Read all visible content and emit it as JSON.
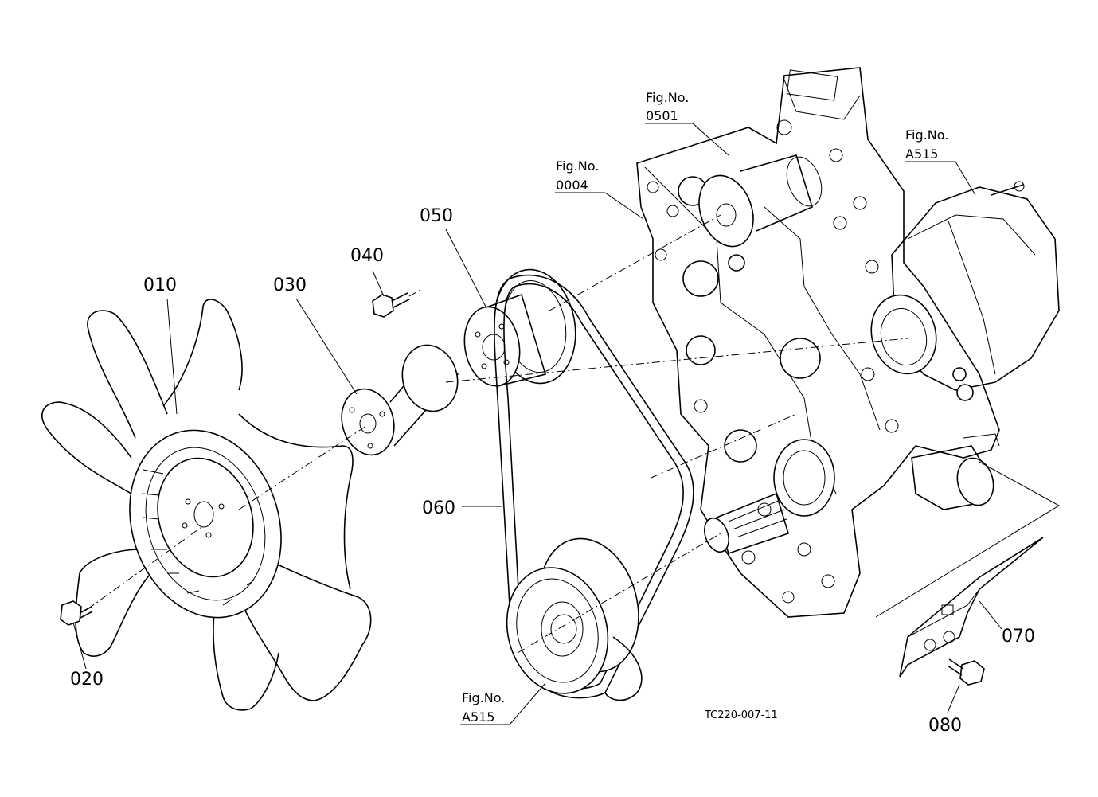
{
  "parts": {
    "p010": "010",
    "p020": "020",
    "p030": "030",
    "p040": "040",
    "p050": "050",
    "p060": "060",
    "p070": "070",
    "p080": "080"
  },
  "fig_refs": {
    "ref_0501": {
      "label": "Fig.No.",
      "number": "0501"
    },
    "ref_0004": {
      "label": "Fig.No.",
      "number": "0004"
    },
    "ref_a515_top": {
      "label": "Fig.No.",
      "number": "A515"
    },
    "ref_a515_bottom": {
      "label": "Fig.No.",
      "number": "A515"
    }
  },
  "drawing_code": "TC220-007-11"
}
